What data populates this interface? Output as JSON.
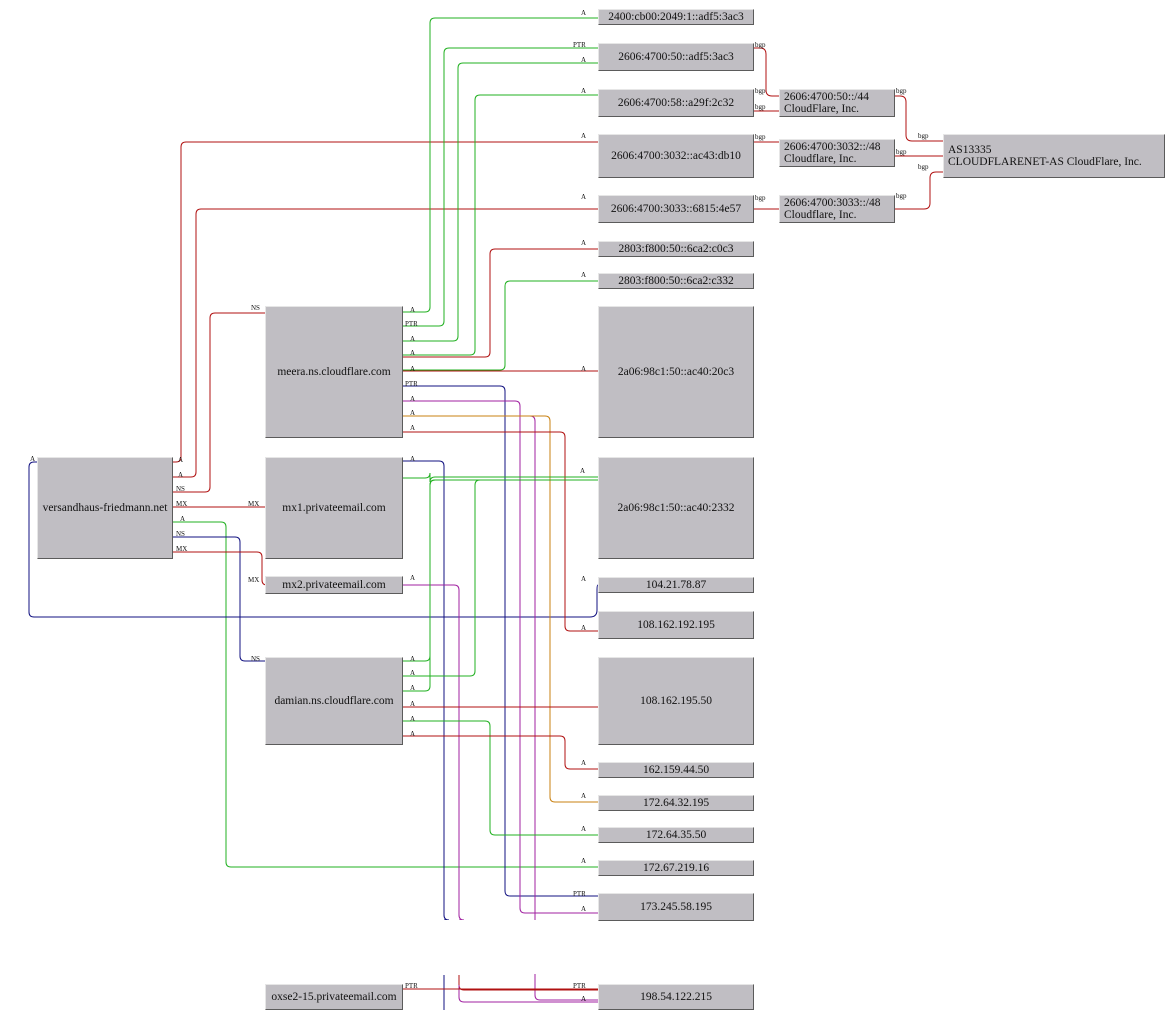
{
  "nodes": {
    "root": "versandhaus-friedmann.net",
    "ns_meera": "meera.ns.cloudflare.com",
    "ns_damian": "damian.ns.cloudflare.com",
    "mx1": "mx1.privateemail.com",
    "mx2": "mx2.privateemail.com",
    "oxse": "oxse2-15.privateemail.com",
    "ip6_1": "2400:cb00:2049:1::adf5:3ac3",
    "ip6_2": "2606:4700:50::adf5:3ac3",
    "ip6_3": "2606:4700:58::a29f:2c32",
    "ip6_4": "2606:4700:3032::ac43:db10",
    "ip6_5": "2606:4700:3033::6815:4e57",
    "ip6_6": "2803:f800:50::6ca2:c0c3",
    "ip6_7": "2803:f800:50::6ca2:c332",
    "ip6_8": "2a06:98c1:50::ac40:20c3",
    "ip6_9": "2a06:98c1:50::ac40:2332",
    "ip4_1": "104.21.78.87",
    "ip4_2": "108.162.192.195",
    "ip4_3": "108.162.195.50",
    "ip4_4": "162.159.44.50",
    "ip4_5": "172.64.32.195",
    "ip4_6": "172.64.35.50",
    "ip4_7": "172.67.219.16",
    "ip4_8": "173.245.58.195",
    "ip4_9": "198.54.122.215",
    "pfx_50": {
      "l1": "2606:4700:50::/44",
      "l2": "CloudFlare, Inc."
    },
    "pfx_3032": {
      "l1": "2606:4700:3032::/48",
      "l2": "Cloudflare, Inc."
    },
    "pfx_3033": {
      "l1": "2606:4700:3033::/48",
      "l2": "Cloudflare, Inc."
    },
    "asn": {
      "l1": "AS13335",
      "l2": "CLOUDFLARENET-AS CloudFlare, Inc."
    }
  },
  "edge_labels": {
    "a": "A",
    "ns": "NS",
    "mx": "MX",
    "ptr": "PTR",
    "bgp": "bgp"
  },
  "colors": {
    "red": "#b01010",
    "green": "#20b020",
    "blue": "#101080",
    "purple": "#a020a0",
    "orange": "#c88010",
    "node_fill": "#c0bec3"
  }
}
